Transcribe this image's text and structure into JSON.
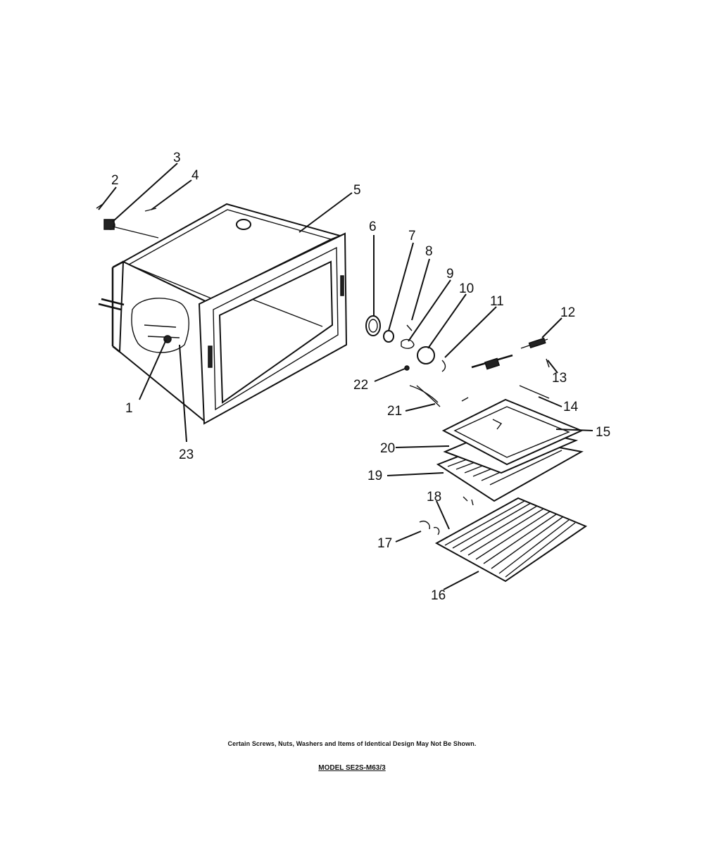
{
  "callouts": [
    {
      "id": "1",
      "label": "1"
    },
    {
      "id": "2",
      "label": "2"
    },
    {
      "id": "3",
      "label": "3"
    },
    {
      "id": "4",
      "label": "4"
    },
    {
      "id": "5",
      "label": "5"
    },
    {
      "id": "6",
      "label": "6"
    },
    {
      "id": "7",
      "label": "7"
    },
    {
      "id": "8",
      "label": "8"
    },
    {
      "id": "9",
      "label": "9"
    },
    {
      "id": "10",
      "label": "10"
    },
    {
      "id": "11",
      "label": "11"
    },
    {
      "id": "12",
      "label": "12"
    },
    {
      "id": "13",
      "label": "13"
    },
    {
      "id": "14",
      "label": "14"
    },
    {
      "id": "15",
      "label": "15"
    },
    {
      "id": "16",
      "label": "16"
    },
    {
      "id": "17",
      "label": "17"
    },
    {
      "id": "18",
      "label": "18"
    },
    {
      "id": "19",
      "label": "19"
    },
    {
      "id": "20",
      "label": "20"
    },
    {
      "id": "21",
      "label": "21"
    },
    {
      "id": "22",
      "label": "22"
    },
    {
      "id": "23",
      "label": "23"
    }
  ],
  "footer": {
    "note": "Certain Screws, Nuts, Washers and Items of Identical Design May Not Be Shown.",
    "model": "MODEL SE2S-M63/3"
  }
}
